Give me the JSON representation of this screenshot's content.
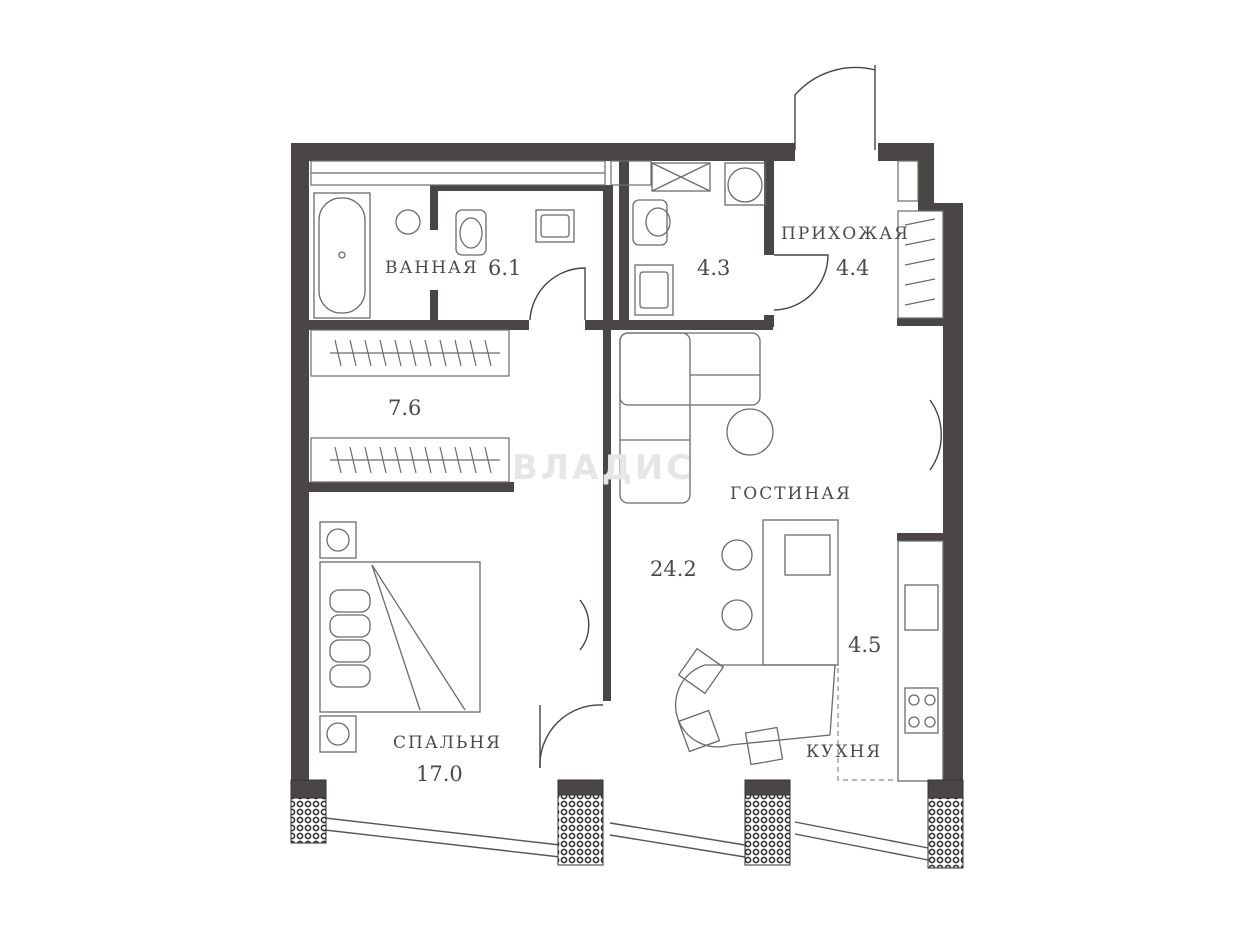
{
  "rooms": {
    "bathroom": {
      "name": "ВАННАЯ",
      "area": "6.1"
    },
    "wc": {
      "area": "4.3"
    },
    "hallway": {
      "name": "ПРИХОЖАЯ",
      "area": "4.4"
    },
    "wardrobe": {
      "area": "7.6"
    },
    "living": {
      "name": "ГОСТИНАЯ",
      "area": "24.2"
    },
    "kitchen": {
      "name": "КУХНЯ",
      "area": "4.5"
    },
    "bedroom": {
      "name": "СПАЛЬНЯ",
      "area": "17.0"
    }
  },
  "watermark": {
    "text": "ВЛАДИС"
  },
  "colors": {
    "wall": "#4a4646",
    "line": "#7a7a7a",
    "light": "#bdbdbd"
  }
}
